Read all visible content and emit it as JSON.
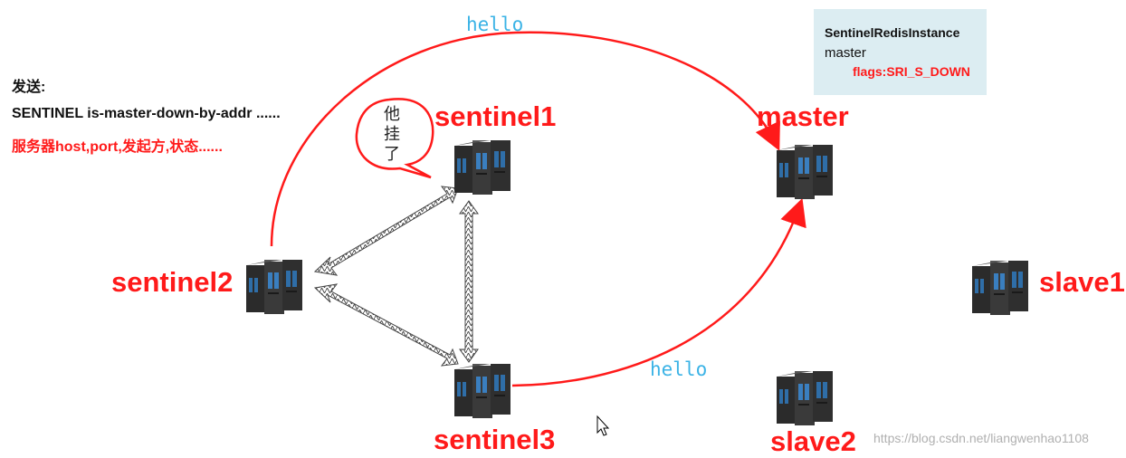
{
  "left_text": {
    "line1": "发送:",
    "line2": "SENTINEL is-master-down-by-addr ......",
    "line3": "服务器host,port,发起方,状态......"
  },
  "bubble": {
    "char1": "他",
    "char2": "挂",
    "char3": "了"
  },
  "nodes": {
    "sentinel1": "sentinel1",
    "sentinel2": "sentinel2",
    "sentinel3": "sentinel3",
    "master": "master",
    "slave1": "slave1",
    "slave2": "slave2"
  },
  "hello_top": "hello",
  "hello_bottom": "hello",
  "info_box": {
    "title": "SentinelRedisInstance",
    "role": "master",
    "flags": "flags:SRI_S_DOWN"
  },
  "watermark": "https://blog.csdn.net/liangwenhao1108",
  "colors": {
    "label_red": "#ff1a1a",
    "hello_blue": "#3bb3e6",
    "box_bg": "#dcedf2"
  }
}
